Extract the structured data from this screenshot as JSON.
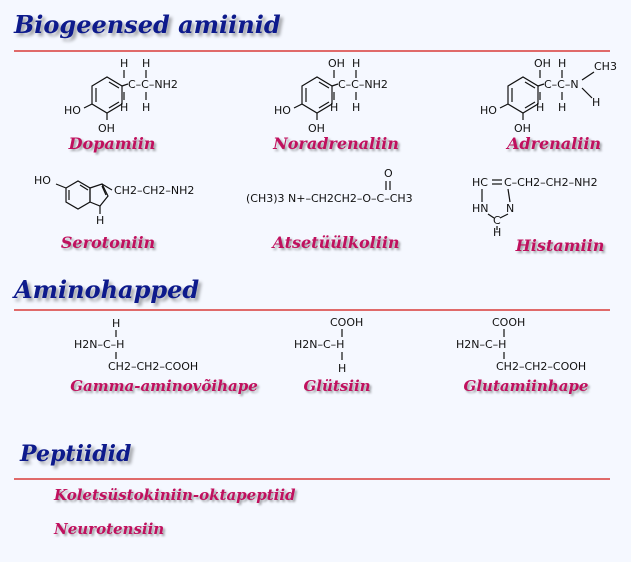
{
  "sections": {
    "amines": {
      "title": "Biogeensed amiinid",
      "items": {
        "dopamine": {
          "name": "Dopamiin",
          "labels": {
            "h1": "H",
            "h2": "H",
            "h3": "H",
            "h4": "H",
            "nh2": "C–C–NH2",
            "ho": "HO",
            "oh": "OH"
          }
        },
        "noradrenaline": {
          "name": "Noradrenaliin",
          "labels": {
            "oh_top": "OH",
            "h_top": "H",
            "chain": "C–C–NH2",
            "h1": "H",
            "h2": "H",
            "ho": "HO",
            "oh": "OH"
          }
        },
        "adrenaline": {
          "name": "Adrenaliin",
          "labels": {
            "oh_top": "OH",
            "h_top": "H",
            "chain": "C–C–N",
            "ch3": "CH3",
            "h1": "H",
            "h2": "H",
            "h_n": "H",
            "ho": "HO",
            "oh": "OH"
          }
        },
        "serotonin": {
          "name": "Serotoniin",
          "labels": {
            "ho": "HO",
            "chain": "CH2–CH2–NH2",
            "h_n": "H"
          }
        },
        "acetylcholine": {
          "name": "Atsetüülkoliin",
          "labels": {
            "formula": "(CH3)3 N+–CH2CH2–O–C–CH3",
            "o": "O"
          }
        },
        "histamine": {
          "name": "Histamiin",
          "labels": {
            "hc": "HC",
            "chain": "C–CH2–CH2–NH2",
            "hn": "HN",
            "n": "N",
            "c": "C",
            "h": "H"
          }
        }
      }
    },
    "amino_acids": {
      "title": "Aminohapped",
      "items": {
        "gaba": {
          "name": "Gamma-aminovõihape",
          "labels": {
            "h": "H",
            "h2n": "H2N–C–H",
            "chain": "CH2–CH2–COOH"
          }
        },
        "glycine": {
          "name": "Glütsiin",
          "labels": {
            "cooh": "COOH",
            "h2n": "H2N–C–H",
            "h": "H"
          }
        },
        "glutamate": {
          "name": "Glutamiinhape",
          "labels": {
            "cooh": "COOH",
            "h2n": "H2N–C–H",
            "chain": "CH2–CH2–COOH"
          }
        }
      }
    },
    "peptides": {
      "title": "Peptiidid",
      "items": [
        {
          "name": "Koletsüstokiniin-oktapeptiid"
        },
        {
          "name": "Neurotensiin"
        }
      ]
    }
  },
  "colors": {
    "background": "#f5f8ff",
    "title": "#0d1a8c",
    "name": "#c0105e",
    "rule": "#e06a6a"
  }
}
